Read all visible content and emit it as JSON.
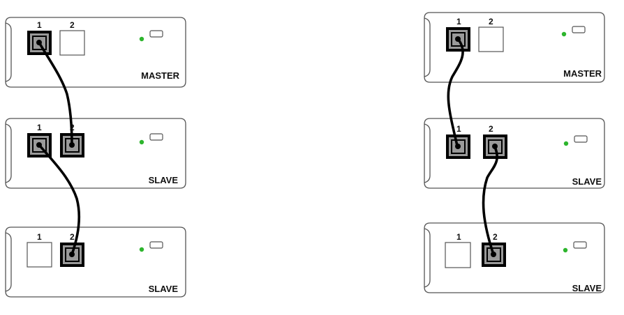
{
  "diagrams": [
    {
      "units": [
        {
          "label": "MASTER",
          "ports": [
            {
              "num": "1",
              "connected": true
            },
            {
              "num": "2",
              "connected": false
            }
          ],
          "led_color": "#2db52d"
        },
        {
          "label": "SLAVE",
          "ports": [
            {
              "num": "1",
              "connected": true
            },
            {
              "num": "2",
              "connected": true
            }
          ],
          "led_color": "#2db52d"
        },
        {
          "label": "SLAVE",
          "ports": [
            {
              "num": "1",
              "connected": false
            },
            {
              "num": "2",
              "connected": true
            }
          ],
          "led_color": "#2db52d"
        }
      ],
      "cables": [
        {
          "from": "unit1-port1",
          "to": "unit2-port2"
        },
        {
          "from": "unit2-port1",
          "to": "unit3-port2"
        }
      ]
    },
    {
      "units": [
        {
          "label": "MASTER",
          "ports": [
            {
              "num": "1",
              "connected": true
            },
            {
              "num": "2",
              "connected": false
            }
          ],
          "led_color": "#2db52d"
        },
        {
          "label": "SLAVE",
          "ports": [
            {
              "num": "1",
              "connected": true
            },
            {
              "num": "2",
              "connected": true
            }
          ],
          "led_color": "#2db52d"
        },
        {
          "label": "SLAVE",
          "ports": [
            {
              "num": "1",
              "connected": false
            },
            {
              "num": "2",
              "connected": true
            }
          ],
          "led_color": "#2db52d"
        }
      ],
      "cables": [
        {
          "from": "unit1-port1",
          "to": "unit2-port1"
        },
        {
          "from": "unit2-port2",
          "to": "unit3-port2"
        }
      ]
    }
  ]
}
